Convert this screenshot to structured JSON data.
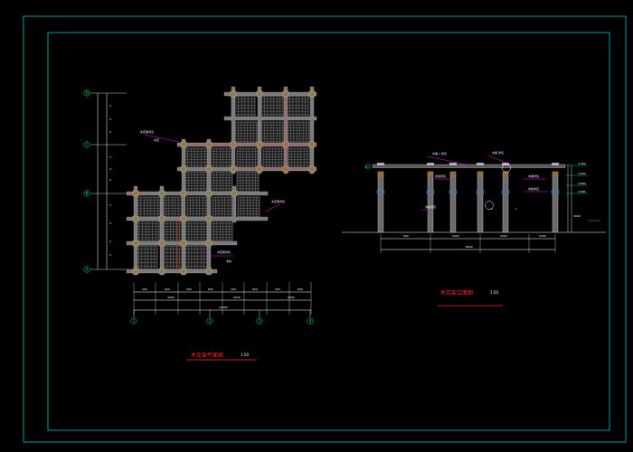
{
  "colors": {
    "background": "#000000",
    "frame": "#00c8c8",
    "column": "#9a9a9a",
    "beam": "#7a7a7a",
    "grating": "#c8c8c8",
    "dimension": "#ffffff",
    "axis": "#00ff66",
    "leader": "#ff00ff",
    "title": "#ff2a2a",
    "ground": "#ffffff",
    "hidden": "#ff3030"
  },
  "plan": {
    "title": "木花架平面图",
    "scale": "1:50",
    "axes_vertical": [
      "D",
      "C",
      "B",
      "A"
    ],
    "axes_horizontal": [
      "1",
      "2",
      "3",
      "4"
    ],
    "labels": {
      "note_a": "木花架详见",
      "note_b": "木花",
      "note_c": "木花架详见",
      "note_d": "木柱",
      "note_e": "木花架详见"
    },
    "dims_bottom_row1": [
      "400",
      "600",
      "400",
      "600",
      "400",
      "600",
      "400",
      "600",
      "400"
    ],
    "dims_bottom_row2": [
      "4000",
      "4000",
      "2000"
    ],
    "dim_bottom_total": "10000",
    "dims_left": [
      "3",
      "4",
      "2",
      "3",
      "4",
      "2",
      "3",
      "4",
      "2",
      "3"
    ]
  },
  "elevation": {
    "title": "木花架立面图",
    "scale": "1:50",
    "labels": {
      "top_left": "木梁 1 详见",
      "top_right": "木梁 详见",
      "mid_left": "木柱详见",
      "mid_left2": "木柱详见",
      "right1": "木梁详见",
      "right2": "木柱详见"
    },
    "levels": [
      "3.300",
      "3.000",
      "2.800",
      "2.600"
    ],
    "dims_bottom": [
      "900",
      "2000",
      "2000",
      "2000"
    ],
    "dim_total": "8000",
    "height_dim": "3000"
  }
}
